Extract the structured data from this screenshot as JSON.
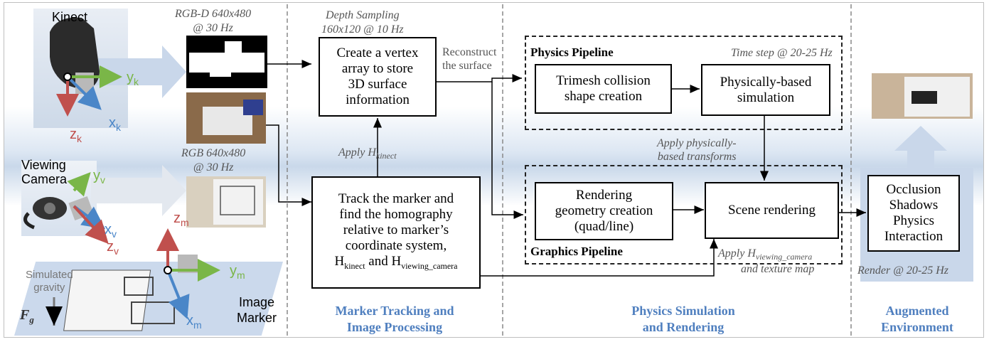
{
  "left_panel": {
    "kinect_label": "Kinect",
    "viewing_camera_label": "Viewing\nCamera",
    "image_marker_label": "Image\nMarker",
    "simulated_gravity_label": "Simulated\ngravity",
    "gravity_symbol": "F",
    "gravity_subscript": "g",
    "axes": {
      "kinect": {
        "y": "y",
        "y_sub": "k",
        "x": "x",
        "x_sub": "k",
        "z": "z",
        "z_sub": "k"
      },
      "camera": {
        "y": "y",
        "y_sub": "v",
        "x": "x",
        "x_sub": "v",
        "z": "z",
        "z_sub": "v"
      },
      "marker": {
        "y": "y",
        "y_sub": "m",
        "x": "x",
        "x_sub": "m",
        "z": "z",
        "z_sub": "m"
      }
    },
    "rgbd_label": "RGB-D 640x480\n@ 30 Hz",
    "rgb_label": "RGB 640x480\n@ 30 Hz"
  },
  "marker_tracking": {
    "depth_sampling_label": "Depth Sampling\n160x120 @ 10 Hz",
    "vertex_box": "Create a vertex\narray to store\n3D surface\ninformation",
    "apply_kinect": "Apply ",
    "apply_kinect_h": "H",
    "apply_kinect_sub": "kinect",
    "track_box_lines": "Track the marker and\nfind the homography\nrelative to marker’s\ncoordinate system,",
    "track_h1": "H",
    "track_h1_sub": "kinect",
    "track_and": " and H",
    "track_h2_sub": "viewing_camera",
    "section_title": "Marker Tracking and\nImage Processing"
  },
  "physics": {
    "reconstruct_label": "Reconstruct\nthe surface",
    "physics_pipeline_title": "Physics Pipeline",
    "time_step_label": "Time step @ 20-25 Hz",
    "trimesh_box": "Trimesh collision\nshape creation",
    "physsim_box": "Physically-based\nsimulation",
    "apply_transforms_label": "Apply physically-\nbased transforms",
    "rendering_geom_box": "Rendering\ngeometry creation\n(quad/line)",
    "scene_rendering_box": "Scene rendering",
    "graphics_pipeline_title": "Graphics Pipeline",
    "apply_viewing_pre": "Apply ",
    "apply_viewing_h": "H",
    "apply_viewing_sub": "viewing_camera",
    "texture_map_label": "and texture map",
    "section_title": "Physics Simulation\nand Rendering"
  },
  "augmented": {
    "occlusion_box": "Occlusion\nShadows\nPhysics\nInteraction",
    "render_label": "Render @ 20-25 Hz",
    "section_title": "Augmented\nEnvironment"
  },
  "colors": {
    "section_blue": "#4f7fbf",
    "axis_green": "#7ab648",
    "axis_blue": "#4a86c8",
    "axis_red": "#c0504d",
    "light_arrow": "#c9d7ea"
  }
}
